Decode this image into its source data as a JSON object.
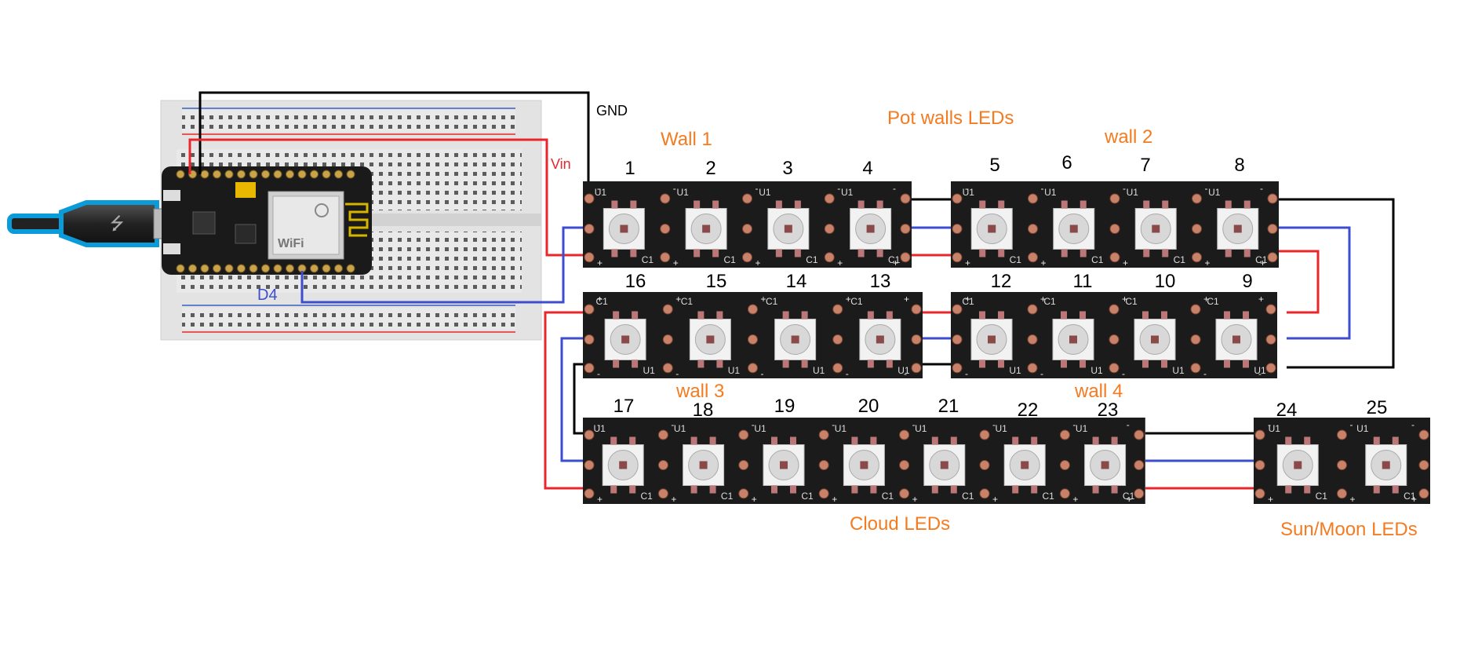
{
  "labels": {
    "gnd": "GND",
    "vin": "Vin",
    "d4": "D4",
    "pot_walls": "Pot walls LEDs",
    "wall1": "Wall 1",
    "wall2": "wall 2",
    "wall3": "wall 3",
    "wall4": "wall 4",
    "cloud": "Cloud  LEDs",
    "sun_moon": "Sun/Moon LEDs"
  },
  "led_numbers": [
    "1",
    "2",
    "3",
    "4",
    "5",
    "6",
    "7",
    "8",
    "9",
    "10",
    "11",
    "12",
    "13",
    "14",
    "15",
    "16",
    "17",
    "18",
    "19",
    "20",
    "21",
    "22",
    "23",
    "24",
    "25"
  ],
  "pcb": {
    "u1": "U1",
    "c1": "C1",
    "plus": "+",
    "minus": "-"
  },
  "module": {
    "wifi": "WiFi"
  },
  "colors": {
    "label_orange": "#f47b20",
    "gnd_wire": "#000000",
    "vin_wire": "#e8262b",
    "data_wire": "#3c4dd0",
    "usb_cable": "#0a9bd8",
    "strip_pcb": "#1b1b1b",
    "breadboard": "#e6e6e6"
  }
}
